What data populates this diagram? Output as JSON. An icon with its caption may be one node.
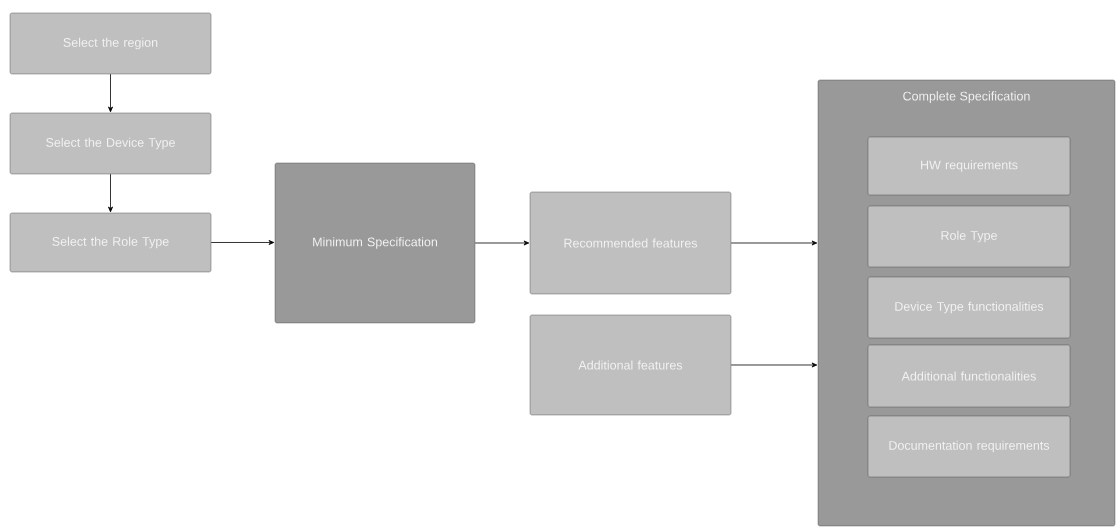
{
  "diagram": {
    "nodes": [
      {
        "text": [
          "Select the region"
        ]
      },
      {
        "text": [
          "Select the Device Type"
        ]
      },
      {
        "text": [
          "Select the Role Type"
        ]
      },
      {
        "text": [
          "Minimum Specification"
        ]
      },
      {
        "text": [
          "Recommended features"
        ]
      },
      {
        "text": [
          "Additional features"
        ]
      },
      {
        "text": [
          "Complete Specification"
        ]
      },
      {
        "text": [
          "HW requirements"
        ],
        "in": 6
      },
      {
        "text": [
          "Role Type"
        ],
        "in": 6
      },
      {
        "text": [
          "Device Type functionalities"
        ],
        "in": 6
      },
      {
        "text": [
          "Additional functionalities"
        ],
        "in": 6
      },
      {
        "text": [
          "Documentation requirements"
        ],
        "in": 6
      }
    ],
    "edges": [
      {
        "from": 0,
        "to": 1,
        "arrow": "to"
      },
      {
        "from": 1,
        "to": 2,
        "arrow": "to"
      },
      {
        "from": 2,
        "to": 3,
        "arrow": "to"
      },
      {
        "from": 3,
        "to": 4,
        "arrow": "to"
      },
      {
        "from": 4,
        "to": 6,
        "arrow": "to"
      },
      {
        "from": 5,
        "to": 6,
        "arrow": "to"
      }
    ]
  }
}
